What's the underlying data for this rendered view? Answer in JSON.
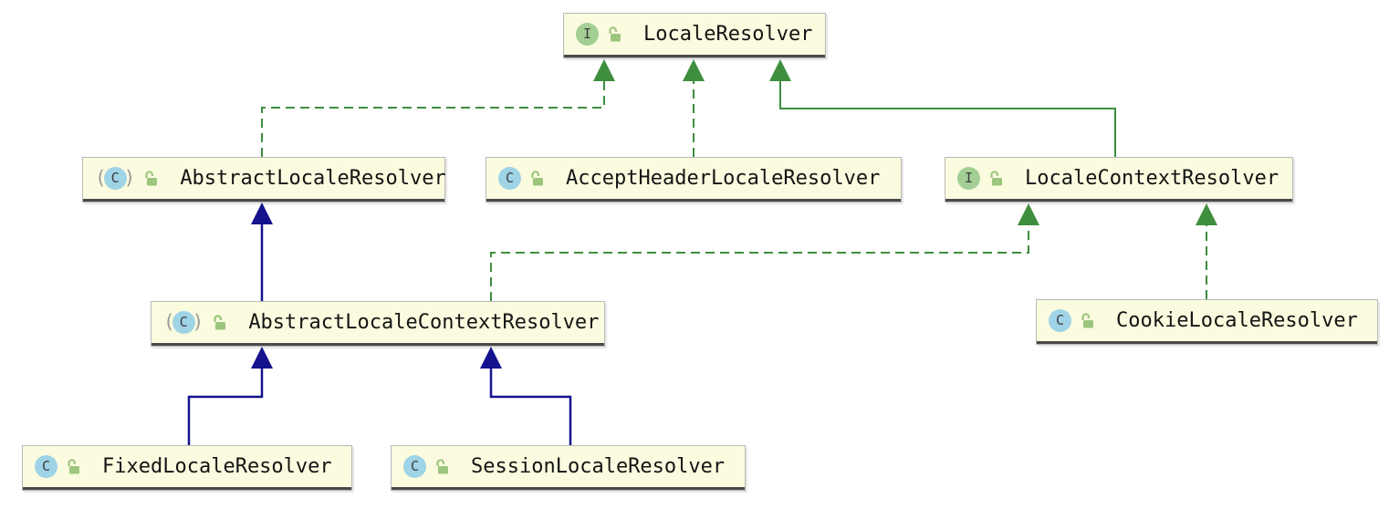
{
  "diagram": {
    "type": "uml-class-diagram",
    "icons": {
      "interface_letter": "I",
      "class_letter": "C",
      "abstract_paren_open": "(",
      "abstract_paren_close": ")",
      "visibility_icon": "unlocked-padlock"
    },
    "nodes": {
      "localeResolver": {
        "label": "LocaleResolver",
        "kind": "interface",
        "visibility": "public"
      },
      "abstractLocaleResolver": {
        "label": "AbstractLocaleResolver",
        "kind": "abstract-class",
        "visibility": "public"
      },
      "acceptHeaderLocaleResolver": {
        "label": "AcceptHeaderLocaleResolver",
        "kind": "class",
        "visibility": "public"
      },
      "localeContextResolver": {
        "label": "LocaleContextResolver",
        "kind": "interface",
        "visibility": "public"
      },
      "abstractLocaleContextResolver": {
        "label": "AbstractLocaleContextResolver",
        "kind": "abstract-class",
        "visibility": "public"
      },
      "cookieLocaleResolver": {
        "label": "CookieLocaleResolver",
        "kind": "class",
        "visibility": "public"
      },
      "fixedLocaleResolver": {
        "label": "FixedLocaleResolver",
        "kind": "class",
        "visibility": "public"
      },
      "sessionLocaleResolver": {
        "label": "SessionLocaleResolver",
        "kind": "class",
        "visibility": "public"
      }
    },
    "edges": [
      {
        "from": "AbstractLocaleResolver",
        "to": "LocaleResolver",
        "type": "implements",
        "style": "dashed-green"
      },
      {
        "from": "AcceptHeaderLocaleResolver",
        "to": "LocaleResolver",
        "type": "implements",
        "style": "dashed-green"
      },
      {
        "from": "LocaleContextResolver",
        "to": "LocaleResolver",
        "type": "extends-interface",
        "style": "solid-green"
      },
      {
        "from": "AbstractLocaleContextResolver",
        "to": "AbstractLocaleResolver",
        "type": "extends",
        "style": "solid-navy"
      },
      {
        "from": "AbstractLocaleContextResolver",
        "to": "LocaleContextResolver",
        "type": "implements",
        "style": "dashed-green"
      },
      {
        "from": "CookieLocaleResolver",
        "to": "LocaleContextResolver",
        "type": "implements",
        "style": "dashed-green"
      },
      {
        "from": "FixedLocaleResolver",
        "to": "AbstractLocaleContextResolver",
        "type": "extends",
        "style": "solid-navy"
      },
      {
        "from": "SessionLocaleResolver",
        "to": "AbstractLocaleContextResolver",
        "type": "extends",
        "style": "solid-navy"
      }
    ],
    "colors": {
      "realization_green": "#3e8e3e",
      "generalization_navy": "#14128c",
      "node_fill": "#fbfbdf",
      "node_border": "#b9b9b9",
      "node_separator": "#4a4a4a",
      "interface_icon_bg": "#a3cf94",
      "class_icon_bg": "#9fd3e6",
      "lock_green": "#9cc57e",
      "canvas_bg": "#ffffff"
    }
  }
}
